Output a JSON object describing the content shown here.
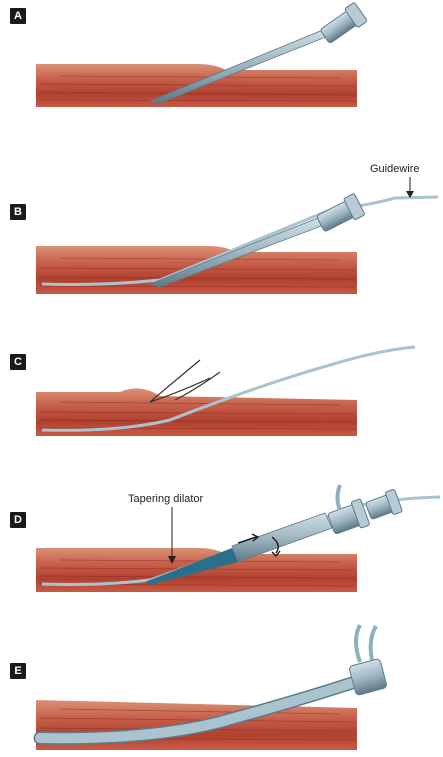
{
  "figure": {
    "panels": [
      {
        "letter": "A"
      },
      {
        "letter": "B",
        "annotation": "Guidewire"
      },
      {
        "letter": "C"
      },
      {
        "letter": "D",
        "annotation": "Tapering dilator"
      },
      {
        "letter": "E"
      }
    ]
  },
  "colors": {
    "skin": "#d98b6f",
    "muscle_dark": "#a8382c",
    "muscle_mid": "#c45a45",
    "vein_lines": "#8a2a22",
    "steel": "#9fb6c2",
    "steel_dark": "#5d7a88",
    "wire": "#a9c4cf",
    "dilator_tip": "#2a6f8c",
    "badge": "#1a1a1a"
  }
}
